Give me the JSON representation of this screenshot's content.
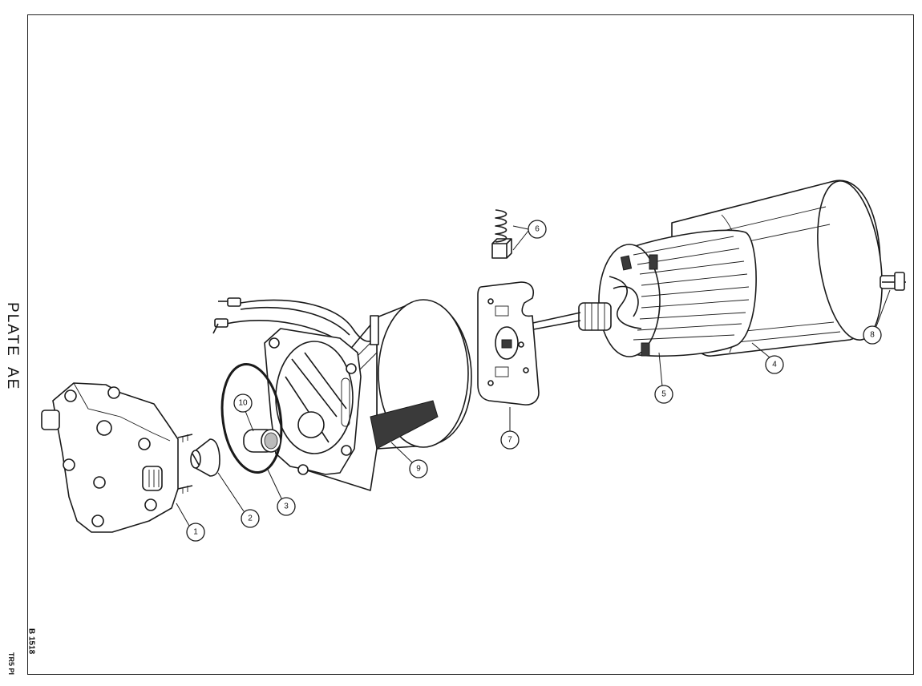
{
  "plate": {
    "title": "PLATE AE",
    "drawing_code": "B 1518",
    "footer_code": "TR5 PI"
  },
  "callouts": [
    "1",
    "2",
    "3",
    "4",
    "5",
    "6",
    "7",
    "8",
    "9",
    "10"
  ],
  "colors": {
    "ink": "#1a1a1a",
    "paper": "#ffffff"
  }
}
